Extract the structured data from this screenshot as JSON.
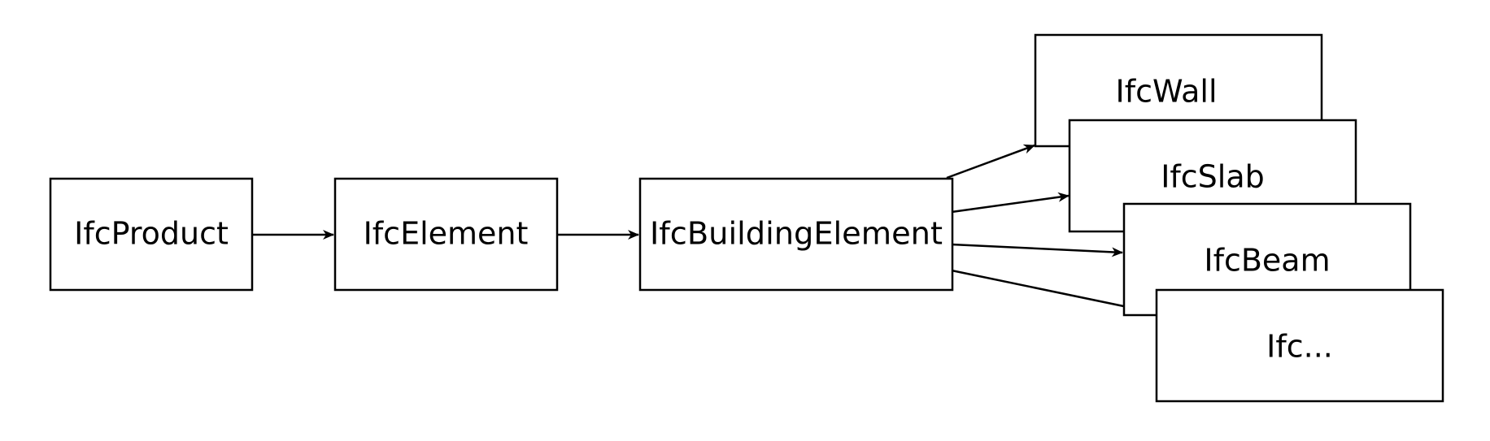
{
  "diagram": {
    "nodes": {
      "ifc_product": "IfcProduct",
      "ifc_element": "IfcElement",
      "ifc_building_element": "IfcBuildingElement",
      "ifc_wall": "IfcWall",
      "ifc_slab": "IfcSlab",
      "ifc_beam": "IfcBeam",
      "ifc_more": "Ifc..."
    },
    "edges": [
      {
        "from": "IfcProduct",
        "to": "IfcElement"
      },
      {
        "from": "IfcElement",
        "to": "IfcBuildingElement"
      },
      {
        "from": "IfcBuildingElement",
        "to": "IfcWall"
      },
      {
        "from": "IfcBuildingElement",
        "to": "IfcSlab"
      },
      {
        "from": "IfcBuildingElement",
        "to": "IfcBeam"
      },
      {
        "from": "IfcBuildingElement",
        "to": "Ifc..."
      }
    ],
    "colors": {
      "stroke": "#000000",
      "fill": "#ffffff",
      "background": "#ffffff"
    }
  }
}
